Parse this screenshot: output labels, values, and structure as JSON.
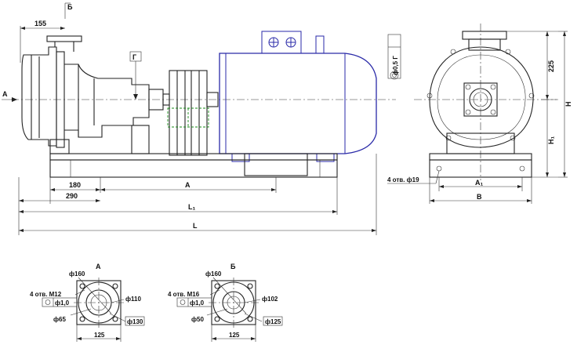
{
  "labels": {
    "dim_155": "155",
    "dim_180": "180",
    "dim_290": "290",
    "dim_A": "A",
    "dim_L1": "L₁",
    "dim_L": "L",
    "sec_A_arrow": "А",
    "sec_B_arrow": "Б",
    "mark_G": "Г",
    "tol_box": "ф0,5 Г",
    "dim_225": "225",
    "dim_H": "H",
    "dim_H1": "H₁",
    "dim_A1": "A₁",
    "dim_B": "B",
    "holes_19": "4 отв. ф19",
    "view_A": "А",
    "view_B": "Б",
    "fa_160": "ф160",
    "fa_holes": "4 отв. М12",
    "fa_tol": "ф1,0",
    "fa_110": "ф110",
    "fa_65": "ф65",
    "fa_130": "ф130",
    "fa_125": "125",
    "fb_160": "ф160",
    "fb_holes": "4 отв. М16",
    "fb_tol": "ф1,0",
    "fb_102": "ф102",
    "fb_50": "ф50",
    "fb_125": "ф125",
    "fb_sq125": "125"
  }
}
